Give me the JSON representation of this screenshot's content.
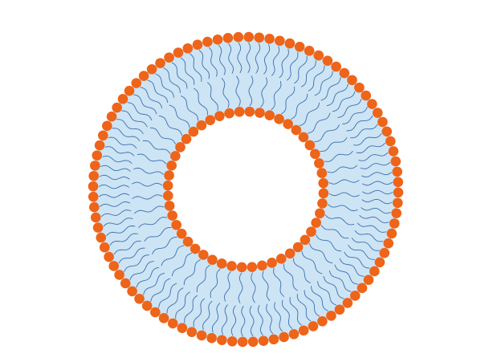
{
  "diagram": {
    "subject": "liposome-bilayer-cross-section",
    "colors": {
      "background": "#ffffff",
      "hydrophobic_band_fill": "#cde4f5",
      "head_group": "#ee6419",
      "lipid_tail": "#3a6fb0",
      "inner_core": "#ffffff"
    },
    "outer_leaflet": {
      "head_count": 92
    },
    "inner_leaflet": {
      "head_count": 48
    },
    "tails_per_head": 1
  }
}
